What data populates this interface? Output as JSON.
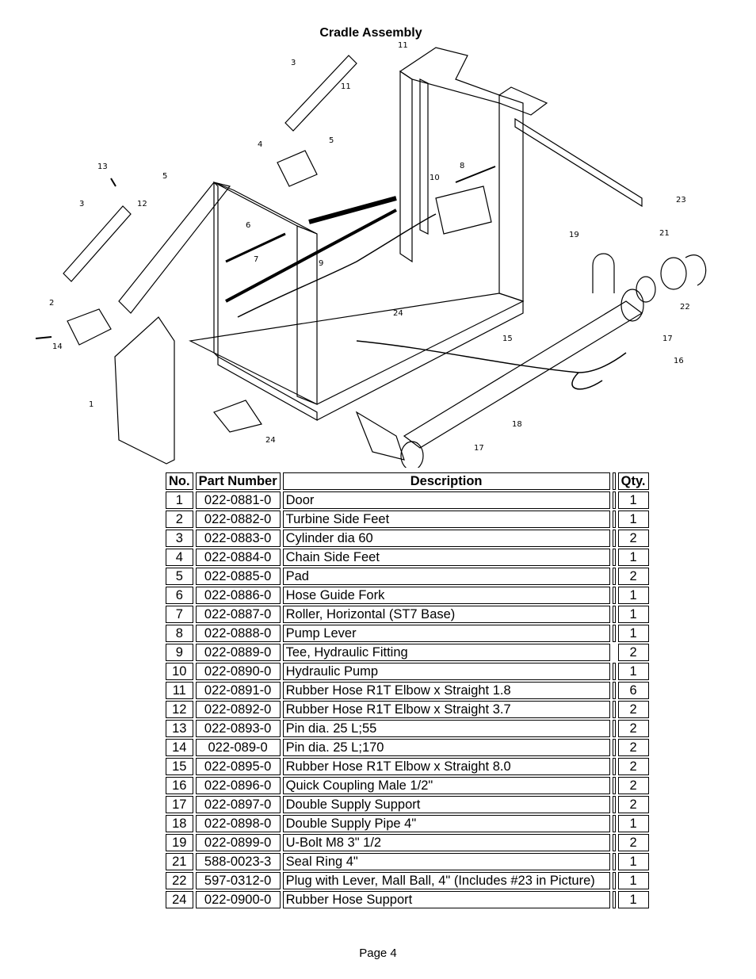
{
  "title": "Cradle Assembly",
  "callouts": [
    "1",
    "2",
    "3",
    "3",
    "4",
    "5",
    "5",
    "6",
    "7",
    "8",
    "9",
    "10",
    "11",
    "11",
    "12",
    "13",
    "14",
    "15",
    "16",
    "17",
    "17",
    "18",
    "19",
    "21",
    "22",
    "23",
    "24",
    "24"
  ],
  "table": {
    "headers": {
      "no": "No.",
      "part_number": "Part Number",
      "description": "Description",
      "qty": "Qty."
    },
    "rows": [
      {
        "no": "1",
        "part_number": "022-0881-0",
        "description": "Door",
        "qty": "1"
      },
      {
        "no": "2",
        "part_number": "022-0882-0",
        "description": "Turbine Side Feet",
        "qty": "1"
      },
      {
        "no": "3",
        "part_number": "022-0883-0",
        "description": "Cylinder dia 60",
        "qty": "2"
      },
      {
        "no": "4",
        "part_number": "022-0884-0",
        "description": "Chain Side Feet",
        "qty": "1"
      },
      {
        "no": "5",
        "part_number": "022-0885-0",
        "description": "Pad",
        "qty": "2"
      },
      {
        "no": "6",
        "part_number": "022-0886-0",
        "description": "Hose Guide Fork",
        "qty": "1"
      },
      {
        "no": "7",
        "part_number": "022-0887-0",
        "description": "Roller, Horizontal (ST7 Base)",
        "qty": "1"
      },
      {
        "no": "8",
        "part_number": "022-0888-0",
        "description": "Pump Lever",
        "qty": "1"
      },
      {
        "no": "9",
        "part_number": "022-0889-0",
        "description": "Tee, Hydraulic Fitting",
        "qty": "2"
      },
      {
        "no": "10",
        "part_number": "022-0890-0",
        "description": "Hydraulic Pump",
        "qty": "1"
      },
      {
        "no": "11",
        "part_number": "022-0891-0",
        "description": "Rubber Hose R1T Elbow x Straight 1.8",
        "qty": "6"
      },
      {
        "no": "12",
        "part_number": "022-0892-0",
        "description": "Rubber Hose R1T Elbow x Straight 3.7",
        "qty": "2"
      },
      {
        "no": "13",
        "part_number": "022-0893-0",
        "description": "Pin dia. 25 L;55",
        "qty": "2"
      },
      {
        "no": "14",
        "part_number": "022-089-0",
        "description": "Pin dia. 25 L;170",
        "qty": "2"
      },
      {
        "no": "15",
        "part_number": "022-0895-0",
        "description": "Rubber Hose R1T Elbow x Straight 8.0",
        "qty": "2"
      },
      {
        "no": "16",
        "part_number": "022-0896-0",
        "description": "Quick Coupling Male 1/2\"",
        "qty": "2"
      },
      {
        "no": "17",
        "part_number": "022-0897-0",
        "description": "Double Supply Support",
        "qty": "2"
      },
      {
        "no": "18",
        "part_number": "022-0898-0",
        "description": "Double Supply Pipe 4\"",
        "qty": "1"
      },
      {
        "no": "19",
        "part_number": "022-0899-0",
        "description": "U-Bolt M8 3\" 1/2",
        "qty": "2"
      },
      {
        "no": "21",
        "part_number": "588-0023-3",
        "description": "Seal Ring 4\"",
        "qty": "1"
      },
      {
        "no": "22",
        "part_number": "597-0312-0",
        "description": "Plug with Lever, Mall Ball, 4\"  (Includes #23 in Picture)",
        "qty": "1"
      },
      {
        "no": "24",
        "part_number": "022-0900-0",
        "description": "Rubber Hose Support",
        "qty": "1"
      }
    ]
  },
  "footer": {
    "page": "Page 4"
  }
}
